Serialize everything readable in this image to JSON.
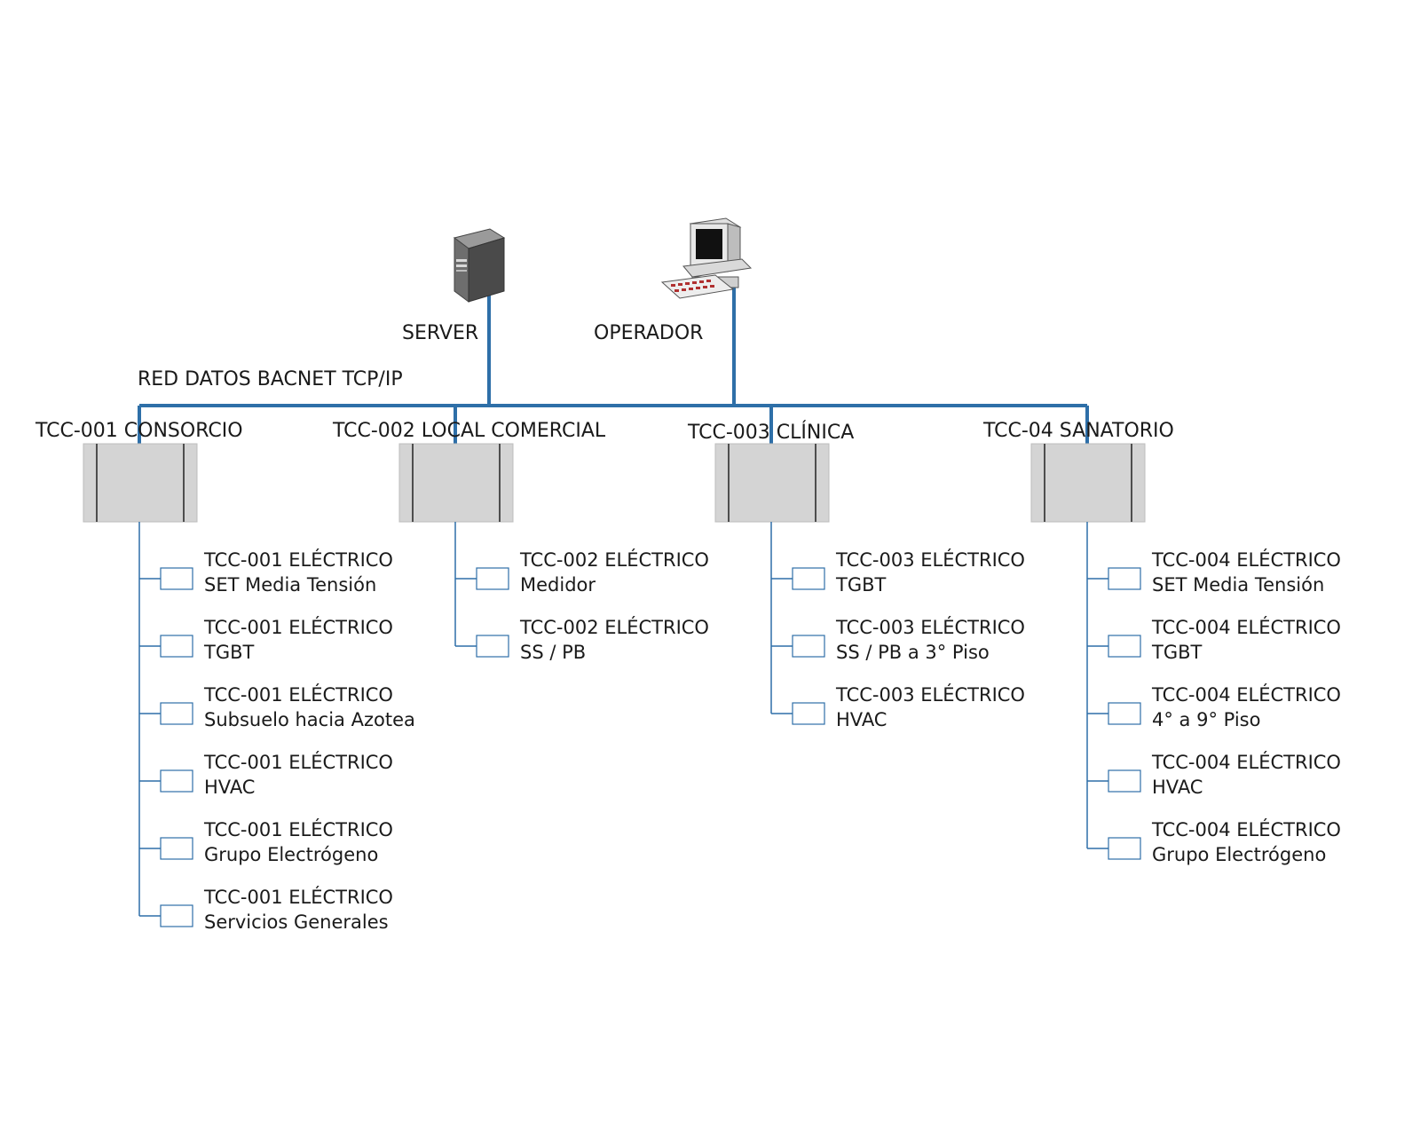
{
  "network": {
    "label": "RED DATOS BACNET TCP/IP",
    "color": "#2e6fa8"
  },
  "server": {
    "label": "SERVER",
    "icon": "server-tower-icon"
  },
  "operator": {
    "label": "OPERADOR",
    "icon": "workstation-icon"
  },
  "controllers": [
    {
      "label": "TCC-001 CONSORCIO",
      "devices": [
        {
          "line1": "TCC-001 ELÉCTRICO",
          "line2": "SET Media Tensión"
        },
        {
          "line1": "TCC-001 ELÉCTRICO",
          "line2": "TGBT"
        },
        {
          "line1": "TCC-001 ELÉCTRICO",
          "line2": "Subsuelo hacia Azotea"
        },
        {
          "line1": "TCC-001 ELÉCTRICO",
          "line2": "HVAC"
        },
        {
          "line1": "TCC-001 ELÉCTRICO",
          "line2": "Grupo Electrógeno"
        },
        {
          "line1": "TCC-001 ELÉCTRICO",
          "line2": "Servicios Generales"
        }
      ]
    },
    {
      "label": "TCC-002 LOCAL COMERCIAL",
      "devices": [
        {
          "line1": "TCC-002 ELÉCTRICO",
          "line2": "Medidor"
        },
        {
          "line1": "TCC-002 ELÉCTRICO",
          "line2": "SS / PB"
        }
      ]
    },
    {
      "label": "TCC-003 CLÍNICA",
      "devices": [
        {
          "line1": "TCC-003 ELÉCTRICO",
          "line2": "TGBT"
        },
        {
          "line1": "TCC-003 ELÉCTRICO",
          "line2": "SS / PB a 3° Piso"
        },
        {
          "line1": "TCC-003 ELÉCTRICO",
          "line2": "HVAC"
        }
      ]
    },
    {
      "label": "TCC-04 SANATORIO",
      "devices": [
        {
          "line1": "TCC-004 ELÉCTRICO",
          "line2": "SET Media Tensión"
        },
        {
          "line1": "TCC-004 ELÉCTRICO",
          "line2": "TGBT"
        },
        {
          "line1": "TCC-004 ELÉCTRICO",
          "line2": "4° a 9° Piso"
        },
        {
          "line1": "TCC-004 ELÉCTRICO",
          "line2": "HVAC"
        },
        {
          "line1": "TCC-004 ELÉCTRICO",
          "line2": "Grupo Electrógeno"
        }
      ]
    }
  ]
}
